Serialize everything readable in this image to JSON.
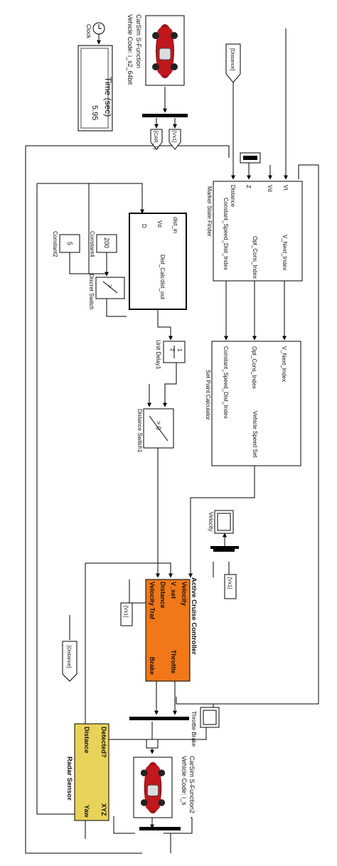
{
  "carsim1": {
    "title": "CarSim S-Function",
    "subtitle": "Vehicle Code: i_s2_64bit"
  },
  "clock": {
    "label": "Clock"
  },
  "time_display": {
    "label": "Time (sec)",
    "value": "5.95"
  },
  "distance_from": {
    "label": "[Distance]"
  },
  "goto_car1": {
    "label": "[CAR_1]"
  },
  "goto_vx1_top": {
    "label": "[Vx1]"
  },
  "marker_finder": {
    "title": "Marker State Finder",
    "in_ports": [
      "Distance",
      "Z",
      "Vd",
      "Vt"
    ],
    "out_ports": [
      "Constant_Speed_Dist_Index",
      "Opt_Cons_Index",
      "V_Next_Index"
    ]
  },
  "setpoint_calc": {
    "title": "Set Point Calculator",
    "in_ports": [
      "Constant_Speed_Dist_Index",
      "Opt_Cons_Index",
      "V_Next_Index"
    ],
    "out_port": "Vehicle Speed Set"
  },
  "dist_calc": {
    "title": "Dist_Calc",
    "in_ports": [
      "D",
      "Vd",
      "dist_in"
    ],
    "out_port": "dist_out"
  },
  "constant4": {
    "value": "200",
    "label": "Constant4"
  },
  "constant2": {
    "value": "5",
    "label": "Constant2"
  },
  "discrete_switch": {
    "label": "Discret Switch",
    "op": ">"
  },
  "unit_delay": {
    "num": "1",
    "den": "z",
    "label": "Unit Delay1"
  },
  "distance_switch": {
    "label": "Distance Switch1",
    "op": "> 0"
  },
  "velocity_scope": {
    "label": "Velocity"
  },
  "vx1_from_mid": {
    "label": "[Vx1]"
  },
  "vx1_from_left": {
    "label": "[Vx1]"
  },
  "acc": {
    "title": "Active Cruise Controller",
    "in_ports": [
      "Velocity",
      "V_set",
      "Distance",
      "Velocity Traf"
    ],
    "out_ports": [
      "Throttle",
      "Brake"
    ]
  },
  "distance_goto": {
    "label": "[Distance]"
  },
  "throttle_scope": {
    "label": "Throttle Brake"
  },
  "carsim2": {
    "title": "CarSim S-Function2",
    "subtitle": "Vehicle Code: i_s"
  },
  "radar": {
    "title": "Radar Sensor",
    "out_ports": [
      "Detected?",
      "Distance"
    ],
    "in_ports": [
      "XYZ",
      "Yaw"
    ]
  },
  "colors": {
    "acc_fill": "#f07818",
    "radar_fill": "#e8d25a",
    "car_body": "#c0181c"
  }
}
